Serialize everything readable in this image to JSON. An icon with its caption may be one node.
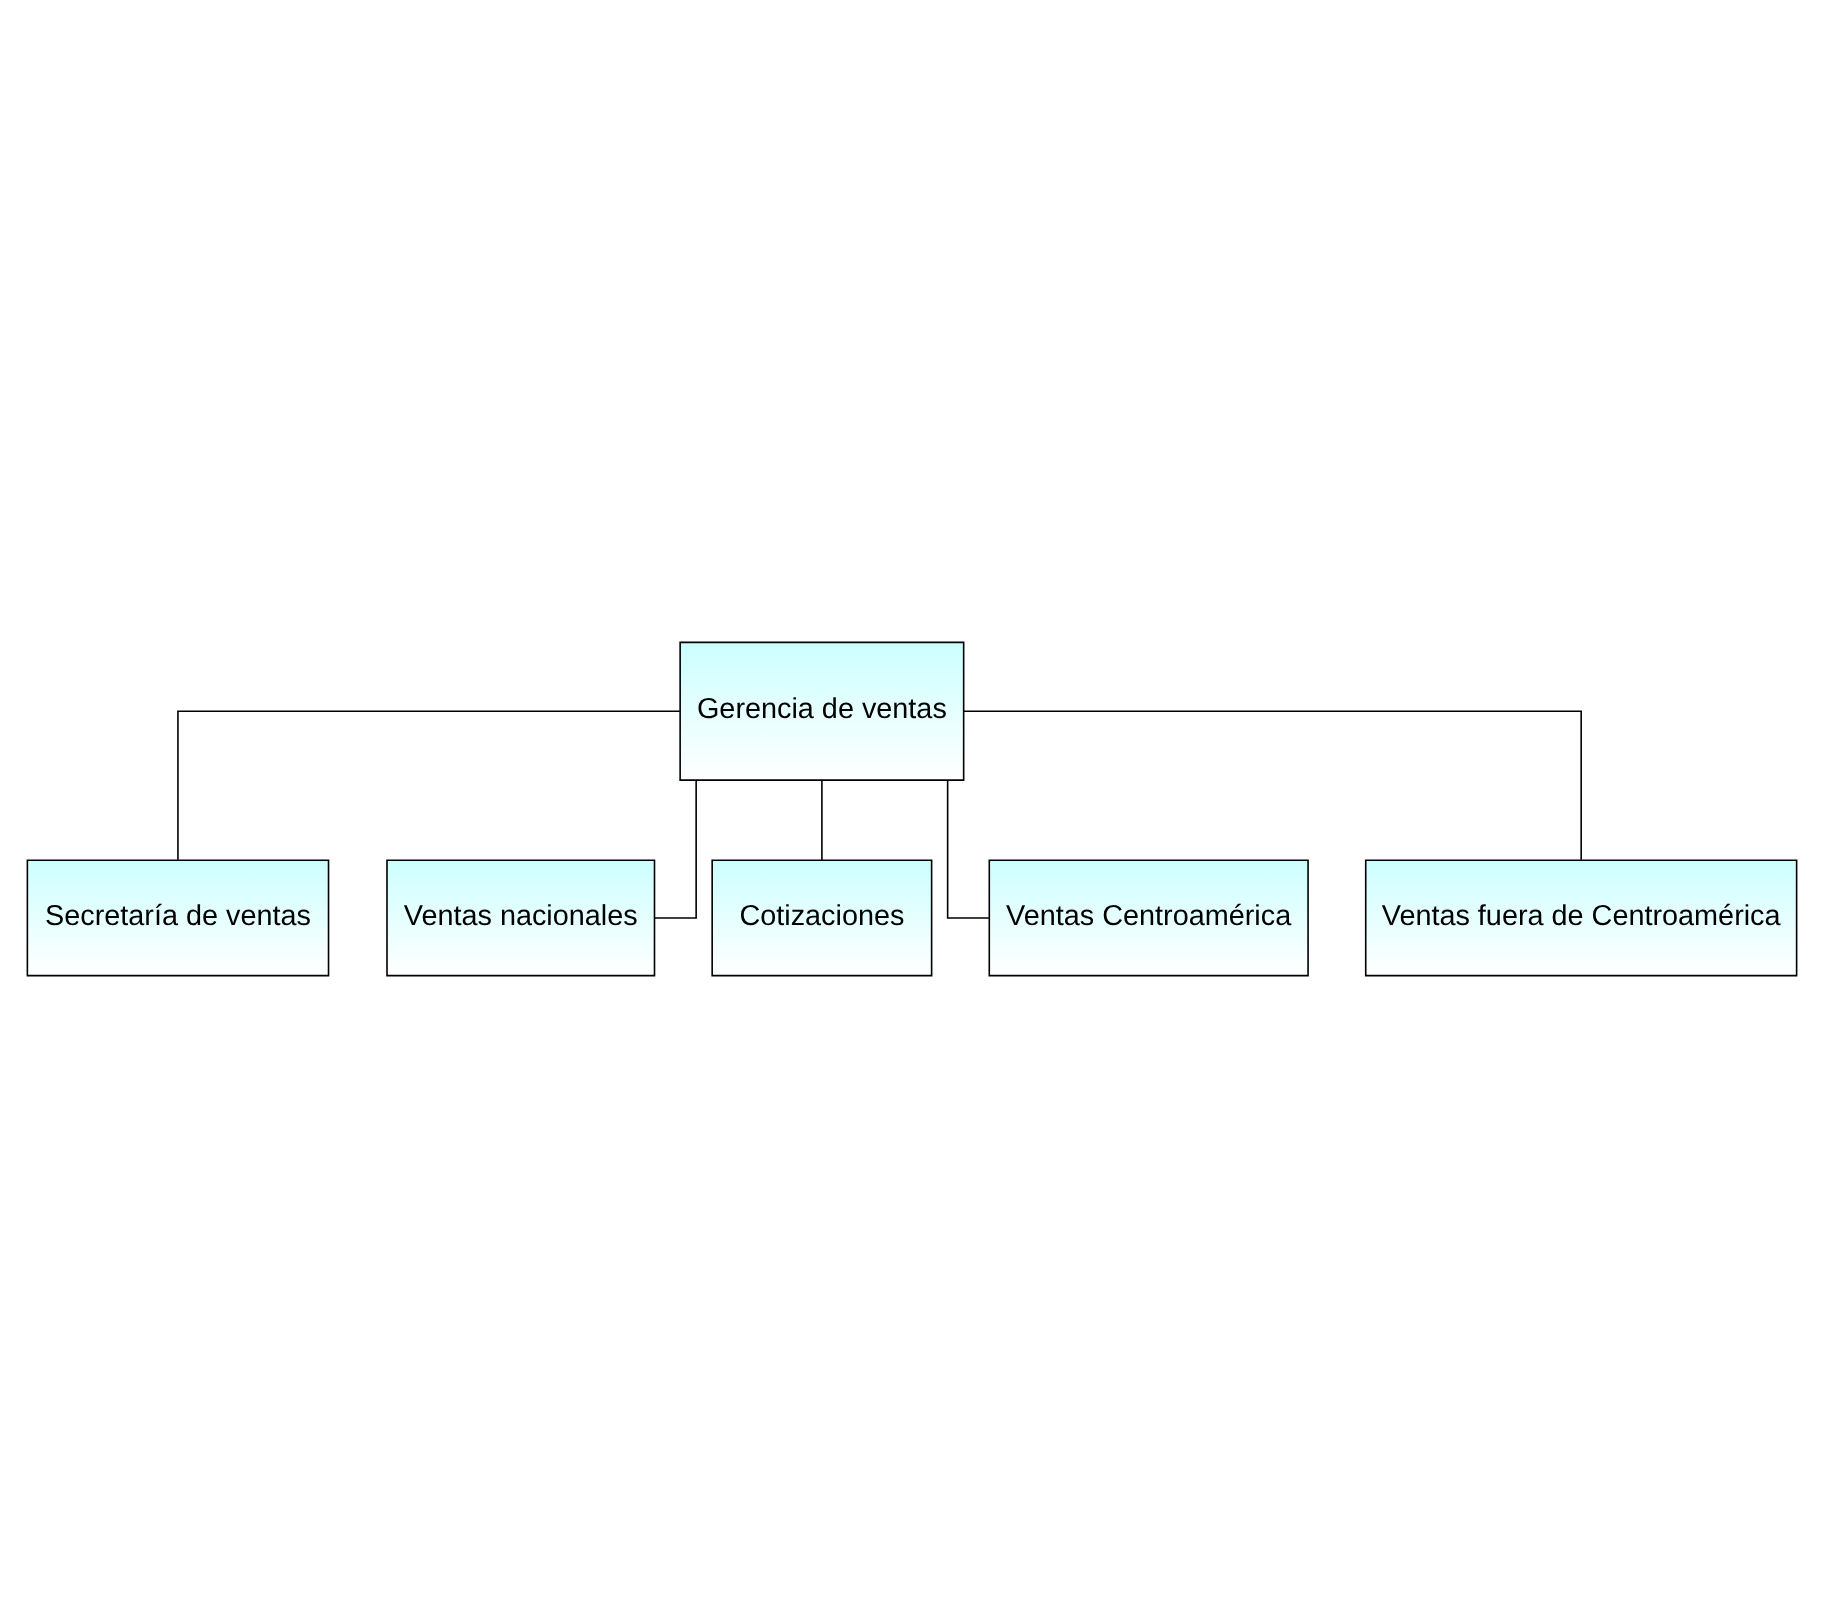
{
  "diagram": {
    "nodes": [
      {
        "text": [
          "Gerencia de ventas"
        ]
      },
      {
        "text": [
          "Secretaría de ventas"
        ]
      },
      {
        "text": [
          "Ventas nacionales"
        ]
      },
      {
        "text": [
          "Cotizaciones"
        ]
      },
      {
        "text": [
          "Ventas Centroamérica"
        ]
      },
      {
        "text": [
          "Ventas fuera de Centroamérica"
        ]
      }
    ],
    "edges": [
      {
        "from": 0,
        "to": 1,
        "arrow": "none"
      },
      {
        "from": 0,
        "to": 2,
        "arrow": "none"
      },
      {
        "from": 0,
        "to": 3,
        "arrow": "none"
      },
      {
        "from": 0,
        "to": 4,
        "arrow": "none"
      },
      {
        "from": 0,
        "to": 5,
        "arrow": "none"
      }
    ]
  }
}
